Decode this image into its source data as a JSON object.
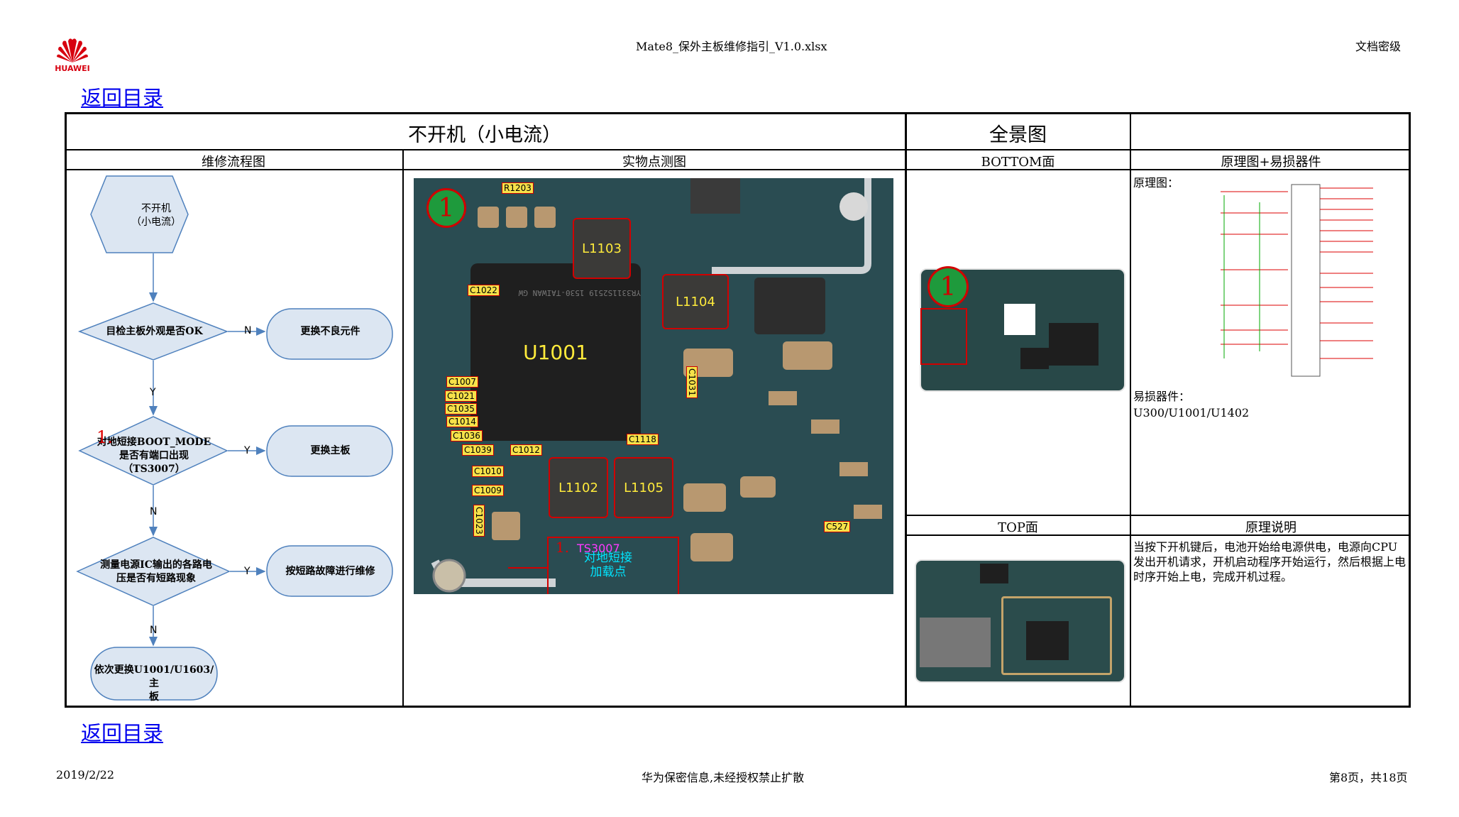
{
  "header": {
    "brand": "HUAWEI",
    "file_title": "Mate8_保外主板维修指引_V1.0.xlsx",
    "classification": "文档密级"
  },
  "nav": {
    "back_top": "返回目录",
    "back_bottom": "返回目录"
  },
  "table": {
    "main_title": "不开机（小电流）",
    "panorama_title": "全景图",
    "col_flowchart": "维修流程图",
    "col_photo": "实物点测图",
    "col_bottom": "BOTTOM面",
    "col_schematic": "原理图+易损器件",
    "col_top": "TOP面",
    "col_principle": "原理说明"
  },
  "flowchart": {
    "start": [
      "不开机",
      "（小电流）"
    ],
    "step1": "目检主板外观是否OK",
    "step1_action": "更换不良元件",
    "step2_num": "1.",
    "step2": [
      "对地短接BOOT_MODE",
      "是否有端口出现",
      "（TS3007）"
    ],
    "step2_action": "更换主板",
    "step3": [
      "测量电源IC输出的各路电",
      "压是否有短路现象"
    ],
    "step3_action": "按短路故障进行维修",
    "step4": [
      "依次更换U1001/U1603/主",
      "板"
    ],
    "label_n": "N",
    "label_y": "Y"
  },
  "photo": {
    "marker": "1",
    "chips": [
      "L1103",
      "L1104",
      "U1001",
      "L1102",
      "L1105"
    ],
    "caps": [
      "R1203",
      "C1022",
      "C1007",
      "C1021",
      "C1035",
      "C1014",
      "C1036",
      "C1039",
      "C1012",
      "C1010",
      "C1009",
      "C1023",
      "C1031",
      "C1118",
      "C527"
    ],
    "callout_num": "1.",
    "callout_text": "TS3007",
    "callout_desc": [
      "对地短接",
      "加载点"
    ],
    "chip_mark": "YR3311S2519 1530-TAIWAN GW"
  },
  "bottom": {
    "marker": "1"
  },
  "schematic": {
    "label": "原理图：",
    "vulnerable_label": "易损器件：",
    "vulnerable_parts": "U300/U1001/U1402"
  },
  "principle": {
    "text": "当按下开机键后，电池开始给电源供电，电源向CPU发出开机请求，开机启动程序开始运行，然后根据上电时序开始上电，完成开机过程。"
  },
  "footer": {
    "date": "2019/2/22",
    "confidential": "华为保密信息,未经授权禁止扩散",
    "page": "第8页，共18页"
  },
  "colors": {
    "link": "#0000ee",
    "brand_red": "#d7000f",
    "flow_fill": "#dce6f2",
    "flow_stroke": "#4f81bd",
    "marker_green": "#1e9a3c"
  }
}
